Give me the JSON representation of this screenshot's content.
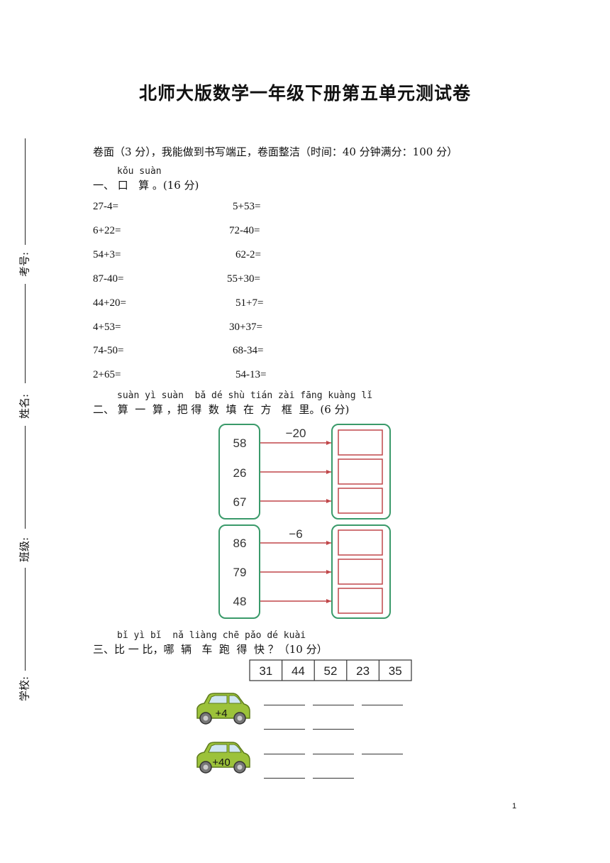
{
  "title": "北师大版数学一年级下册第五单元测试卷",
  "intro": "卷面（3 分），我能做到书写端正，卷面整洁（时间：40 分钟满分：100 分）",
  "margin": {
    "labels": [
      "考号:",
      "姓名:",
      "班级:",
      "学校:"
    ]
  },
  "section1": {
    "pinyin": "kǒu suàn",
    "heading": "一、 口   算 。(16 分)",
    "left": [
      "27-4=",
      "6+22=",
      "54+3=",
      "87-40=",
      "44+20=",
      "4+53=",
      "74-50=",
      "2+65="
    ],
    "right": [
      "5+53=",
      "72-40=",
      "62-2=",
      "55+30=",
      "51+7=",
      "30+37=",
      "68-34=",
      "54-13="
    ]
  },
  "section2": {
    "pinyin": "suàn yì suàn  bǎ dé shù tián zài fāng kuàng lǐ",
    "heading": "二、 算  一  算 ，把 得  数  填  在  方   框  里。(6 分)",
    "group1": {
      "op": "−20",
      "numbers": [
        "58",
        "26",
        "67"
      ]
    },
    "group2": {
      "op": "−6",
      "numbers": [
        "86",
        "79",
        "48"
      ]
    }
  },
  "section3": {
    "pinyin": "bǐ yì bǐ  nǎ liàng chē pǎo dé kuài",
    "heading": "三、比 一 比，哪  辆   车  跑  得  快 ？（10 分）",
    "numbers": [
      "31",
      "44",
      "52",
      "23",
      "35"
    ],
    "cars": [
      {
        "label": "+4"
      },
      {
        "label": "+40"
      }
    ]
  },
  "page_number": "1",
  "colors": {
    "green": "#3a9a6a",
    "red": "#c0474a",
    "car": "#9cc23a"
  }
}
